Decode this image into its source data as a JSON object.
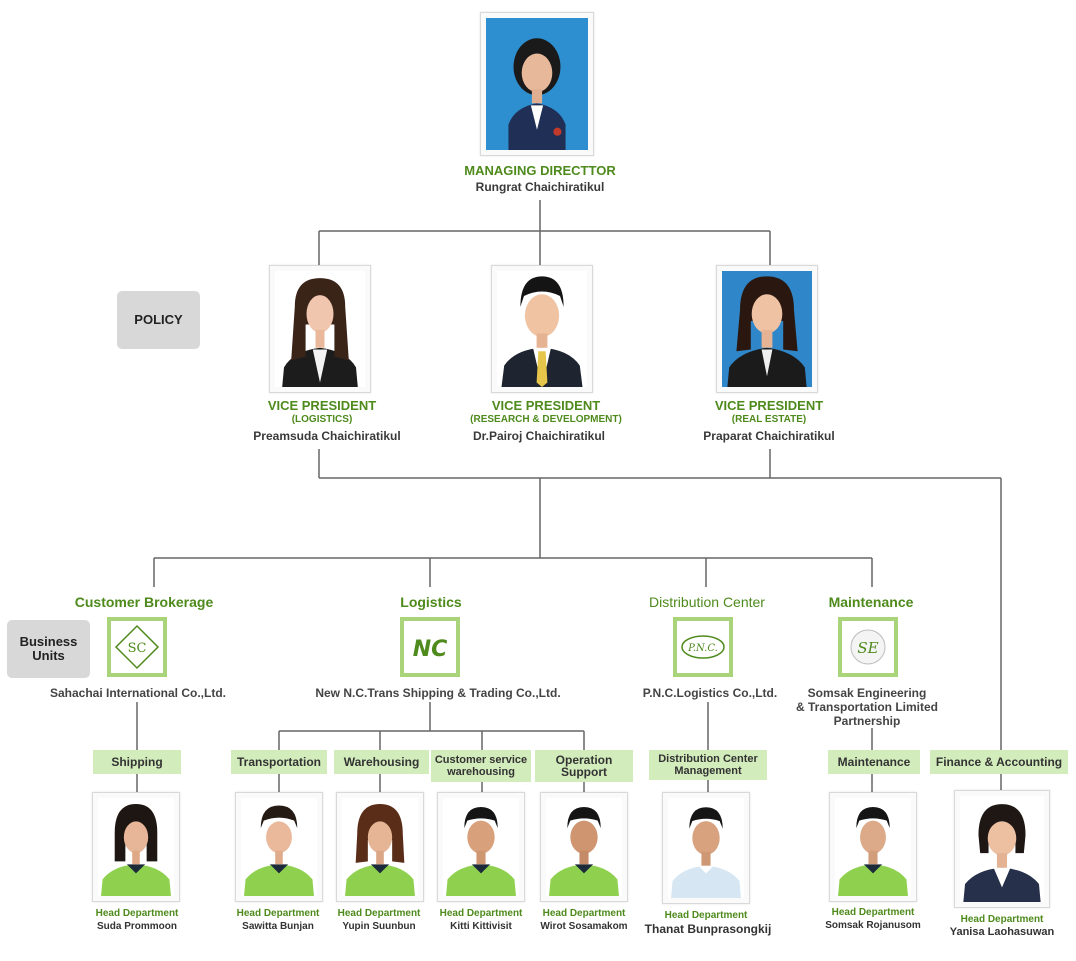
{
  "managing_director": {
    "title": "MANAGING DIRECTTOR",
    "name": "Rungrat Chaichiratikul"
  },
  "side_labels": {
    "policy": "POLICY",
    "business_units": "Business Units"
  },
  "vice_presidents": [
    {
      "title": "VICE PRESIDENT",
      "division": "(LOGISTICS)",
      "name": "Preamsuda Chaichiratikul"
    },
    {
      "title": "VICE PRESIDENT",
      "division": "(RESEARCH & DEVELOPMENT)",
      "name": "Dr.Pairoj Chaichiratikul"
    },
    {
      "title": "VICE PRESIDENT",
      "division": "(REAL ESTATE)",
      "name": "Praparat Chaichiratikul"
    }
  ],
  "business_units": [
    {
      "title": "Customer Brokerage",
      "logo_text": "SC",
      "company": "Sahachai International Co.,Ltd."
    },
    {
      "title": "Logistics",
      "logo_text": "NC",
      "company": "New N.C.Trans Shipping & Trading Co.,Ltd."
    },
    {
      "title": "Distribution Center",
      "logo_text": "P.N.C.",
      "company": "P.N.C.Logistics Co.,Ltd."
    },
    {
      "title": "Maintenance",
      "logo_text": "SE",
      "company_lines": [
        "Somsak Engineering",
        "& Transportation Limited",
        "Partnership"
      ]
    }
  ],
  "departments": [
    {
      "label": "Shipping",
      "role": "Head Department",
      "head": "Suda Prommoon"
    },
    {
      "label": "Transportation",
      "role": "Head Department",
      "head": "Sawitta Bunjan"
    },
    {
      "label": "Warehousing",
      "role": "Head Department",
      "head": "Yupin Suunbun"
    },
    {
      "label_lines": [
        "Customer service",
        "warehousing"
      ],
      "role": "Head Department",
      "head": "Kitti Kittivisit"
    },
    {
      "label_lines": [
        "Operation",
        "Support"
      ],
      "role": "Head Department",
      "head": "Wirot Sosamakom"
    },
    {
      "label_lines": [
        "Distribution Center",
        "Management"
      ],
      "role": "Head Department",
      "head": "Thanat  Bunprasongkij"
    },
    {
      "label": "Maintenance",
      "role": "Head Department",
      "head": "Somsak Rojanusom"
    },
    {
      "label": "Finance & Accounting",
      "role": "Head Department",
      "head": "Yanisa Laohasuwan"
    }
  ],
  "colors": {
    "title_green": "#4e8a1c",
    "dept_bg": "#d3ecbc",
    "logo_border": "#a9d47a",
    "connector": "#666666",
    "side_box_bg": "#d8d8d8"
  }
}
